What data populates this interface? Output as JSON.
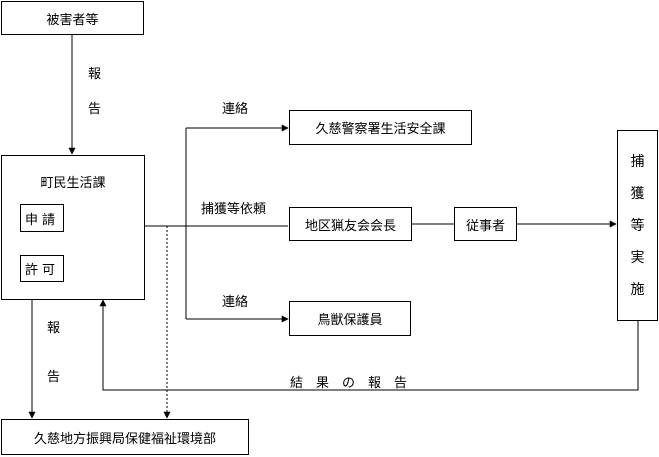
{
  "nodes": {
    "victim": "被害者等",
    "town_office": "町民生活課",
    "apply": "申請",
    "permit": "許可",
    "police": "久慈警察署生活安全課",
    "hunter_chief": "地区猟友会会長",
    "worker": "従事者",
    "protector": "鳥獣保護員",
    "capture": "捕獲等実施",
    "prefecture": "久慈地方振興局保健福祉環境部"
  },
  "labels": {
    "report_top": "報告",
    "contact_top": "連絡",
    "capture_request": "捕獲等依頼",
    "contact_bottom": "連絡",
    "report_left": "報告",
    "result_report": "結果の報告"
  }
}
